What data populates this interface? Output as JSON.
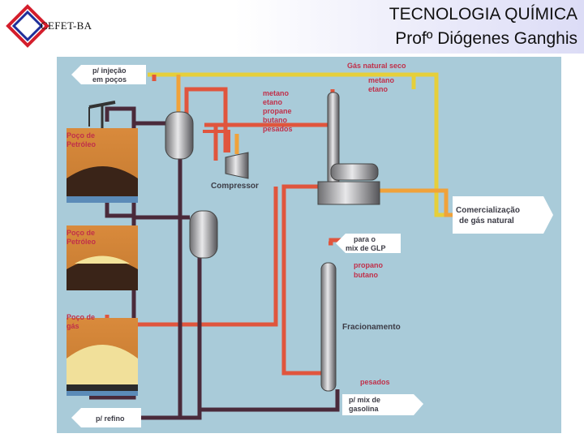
{
  "header": {
    "logo_text": "CEFET-BA",
    "title_line1": "TECNOLOGIA QUÍMICA",
    "title_line2": "Profº Diógenes Ganghis"
  },
  "colors": {
    "background": "#a9cbd9",
    "gas_line": "#f0a23a",
    "dry_gas_line": "#e6cf3a",
    "oil_line": "#4a2a3a",
    "red_line": "#e0553d",
    "label_red": "#c0304a",
    "label_dark": "#3c3c46"
  },
  "diagram": {
    "labels": {
      "injection_line1": "p/ injeção",
      "injection_line2": "em poços",
      "dry_gas": "Gás natural seco",
      "comp_metano": "metano",
      "comp_etano": "etano",
      "comp_propane": "propane",
      "comp_butano": "butano",
      "comp_pesados": "pesados",
      "top_metano": "metano",
      "top_etano": "etano",
      "well1_line1": "Poço de",
      "well1_line2": "Petróleo",
      "well2_line1": "Poço de",
      "well2_line2": "Petróleo",
      "well3_line1": "Poço de",
      "well3_line2": "gás",
      "compressor": "Compressor",
      "commercial_line1": "Comercialização",
      "commercial_line2": "de gás natural",
      "glp_line1": "para o",
      "glp_line2": "mix de GLP",
      "propano": "propano",
      "butano": "butano",
      "fractionation": "Fracionamento",
      "pesados": "pesados",
      "gasoline_line1": "p/ mix de",
      "gasoline_line2": "gasolina",
      "refino": "p/ refino"
    }
  }
}
